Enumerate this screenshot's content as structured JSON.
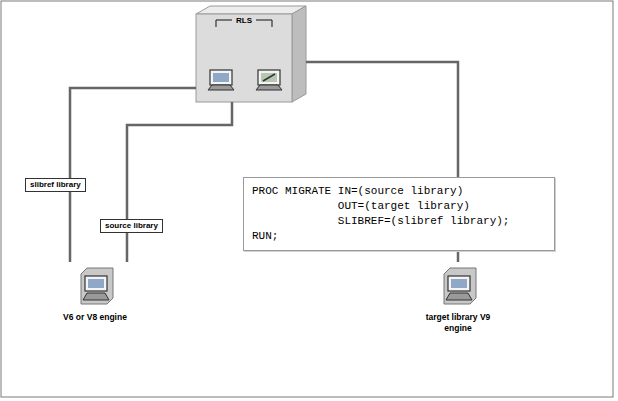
{
  "diagram": {
    "nodes": [
      {
        "text": [
          "RLS"
        ]
      },
      {
        "text": [
          "V6 or V8 engine"
        ]
      },
      {
        "text": [
          "PROC MIGRATE IN=(source library)",
          "OUT=(target library)",
          "SLIBREF=(slibref library);",
          "RUN;"
        ]
      },
      {
        "text": [
          "target library V9 engine"
        ]
      }
    ],
    "edges": [
      {
        "from": 0,
        "to": 1,
        "arrow": "none",
        "label": "slibref library"
      },
      {
        "from": 0,
        "to": 1,
        "arrow": "none",
        "label": "source library"
      },
      {
        "from": 0,
        "to": 2,
        "arrow": "none"
      },
      {
        "from": 2,
        "to": 3,
        "arrow": "none"
      }
    ]
  }
}
